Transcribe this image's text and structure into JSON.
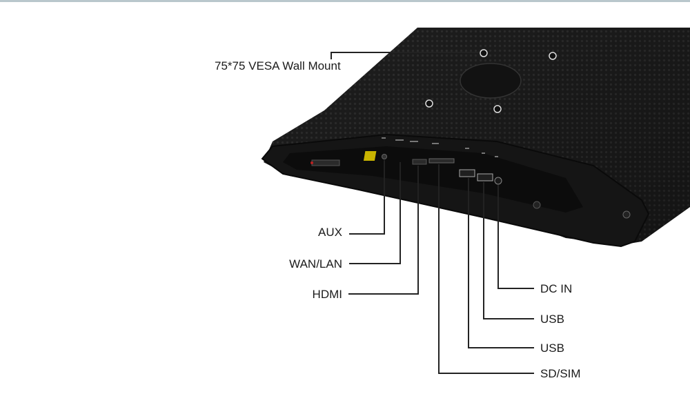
{
  "labels": {
    "vesa": "75*75 VESA Wall Mount",
    "aux": "AUX",
    "wan_lan": "WAN/LAN",
    "hdmi": "HDMI",
    "dc_in": "DC IN",
    "usb_1": "USB",
    "usb_2": "USB",
    "sd_sim": "SD/SIM"
  },
  "colors": {
    "device_body": "#1b1b1b",
    "device_edge": "#0d0d0d",
    "leader_line": "#222222",
    "label_text": "#1a1a1a",
    "port_accent": "#c9b400"
  }
}
